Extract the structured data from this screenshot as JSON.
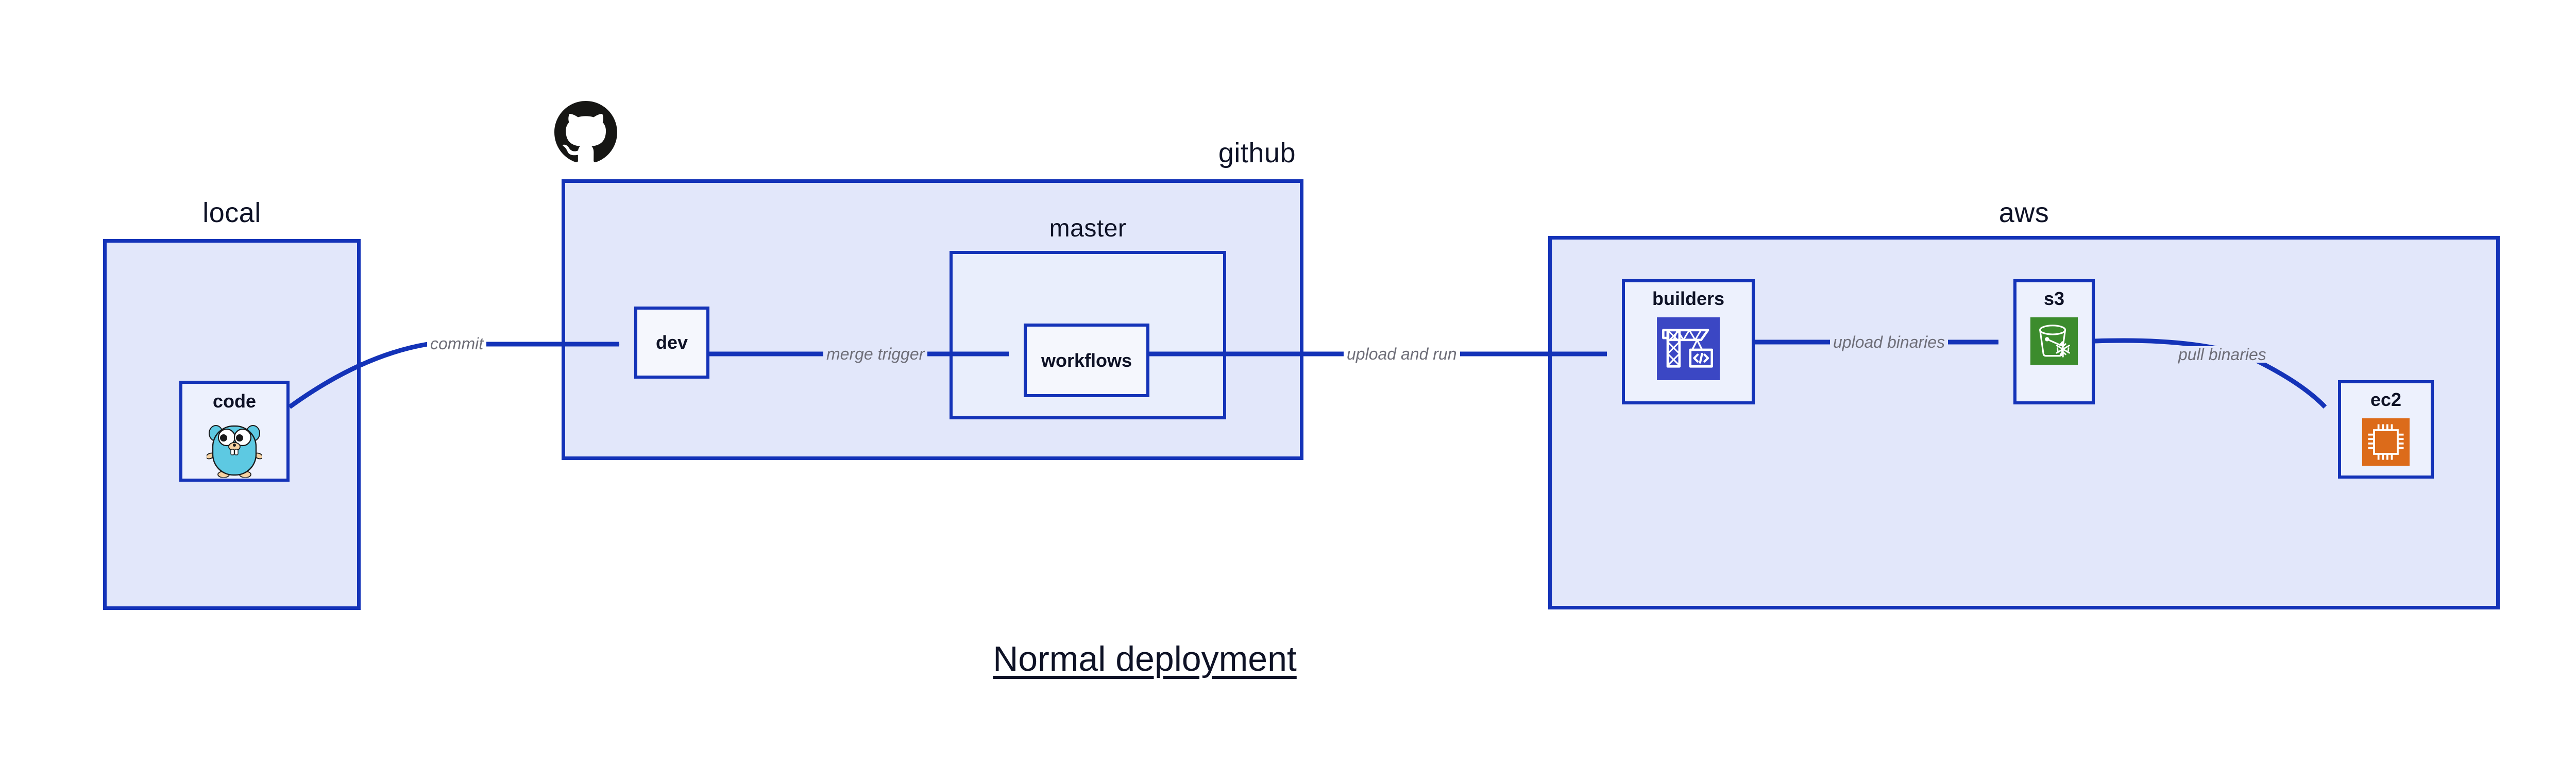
{
  "figure": {
    "title": "Normal deployment",
    "accent_blue": "#1433B8",
    "container_fill": "#E2E7FA",
    "subcontainer_fill": "#E9EEFC",
    "node_fill": "#EDF1FD",
    "label_gray": "#6E6E78",
    "text_dark": "#0E1226",
    "background": "#FFFFFF"
  },
  "containers": [
    {
      "id": "local",
      "label": "local",
      "label_align": "center"
    },
    {
      "id": "github",
      "label": "github",
      "label_align": "right"
    },
    {
      "id": "master",
      "label": "master",
      "label_align": "center"
    },
    {
      "id": "aws",
      "label": "aws",
      "label_align": "center"
    }
  ],
  "nodes": [
    {
      "id": "code",
      "label": "code",
      "icon": "go-gopher-icon",
      "parent": "local"
    },
    {
      "id": "dev",
      "label": "dev",
      "icon": "none",
      "parent": "github"
    },
    {
      "id": "workflows",
      "label": "workflows",
      "icon": "none",
      "parent": "master"
    },
    {
      "id": "builders",
      "label": "builders",
      "icon": "aws-codebuild-icon",
      "parent": "aws"
    },
    {
      "id": "s3",
      "label": "s3",
      "icon": "aws-s3-glacier-icon",
      "parent": "aws"
    },
    {
      "id": "ec2",
      "label": "ec2",
      "icon": "aws-ec2-icon",
      "parent": "aws"
    }
  ],
  "edges": [
    {
      "id": "commit",
      "label": "commit",
      "from": "code",
      "to": "dev"
    },
    {
      "id": "merge-trigger",
      "label": "merge trigger",
      "from": "dev",
      "to": "workflows"
    },
    {
      "id": "upload-and-run",
      "label": "upload and run",
      "from": "workflows",
      "to": "builders"
    },
    {
      "id": "upload-binaries",
      "label": "upload binaries",
      "from": "builders",
      "to": "s3"
    },
    {
      "id": "pull-binaries",
      "label": "pull binaries",
      "from": "s3",
      "to": "ec2"
    }
  ],
  "logos": [
    {
      "id": "github-logo",
      "name": "github-octocat-logo",
      "color": "#161614"
    }
  ],
  "icon_colors": {
    "codebuild_bg": "#3B47C4",
    "s3_glacier_bg": "#3C8C2D",
    "ec2_bg": "#DC6B1A",
    "gopher_body": "#5DC9E2",
    "gopher_snout": "#F6D2A2"
  }
}
